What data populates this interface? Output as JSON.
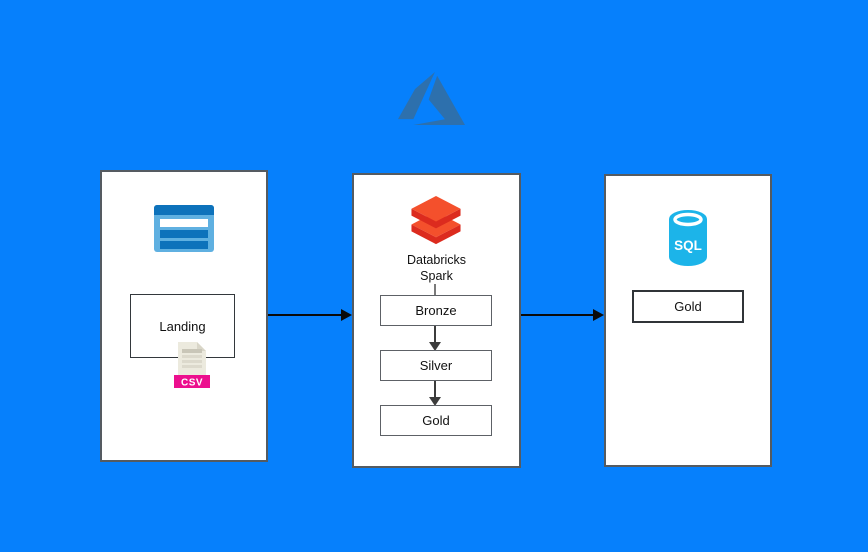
{
  "colors": {
    "background": "#0680fc",
    "azure_logo": "#2d70ad",
    "storage_light": "#5fb0e1",
    "storage_dark": "#0d72bb",
    "storage_row_white": "#ffffff",
    "paper": "#eceade",
    "paper_fold": "#d9d6c8",
    "paper_grid_dark": "#c9c6b8",
    "paper_grid_light": "#dcd9cc",
    "csv_magenta": "#ec0f8e",
    "databricks_top": "#f4502c",
    "databricks_side": "#dc2b1e",
    "sql_cyan": "#1cb4e9",
    "white": "#ffffff"
  },
  "icons": {
    "azure": "azure-logo-icon",
    "storage": "azure-storage-icon",
    "csv": "csv-file-icon",
    "databricks": "databricks-icon",
    "sql": "sql-database-icon"
  },
  "source_panel": {
    "landing_label": "Landing",
    "csv_badge": "CSV"
  },
  "databricks_panel": {
    "caption_line1": "Databricks",
    "caption_line2": "Spark",
    "stages": [
      {
        "label": "Bronze"
      },
      {
        "label": "Silver"
      },
      {
        "label": "Gold"
      }
    ]
  },
  "sql_panel": {
    "db_label": "SQL",
    "gold_label": "Gold"
  }
}
